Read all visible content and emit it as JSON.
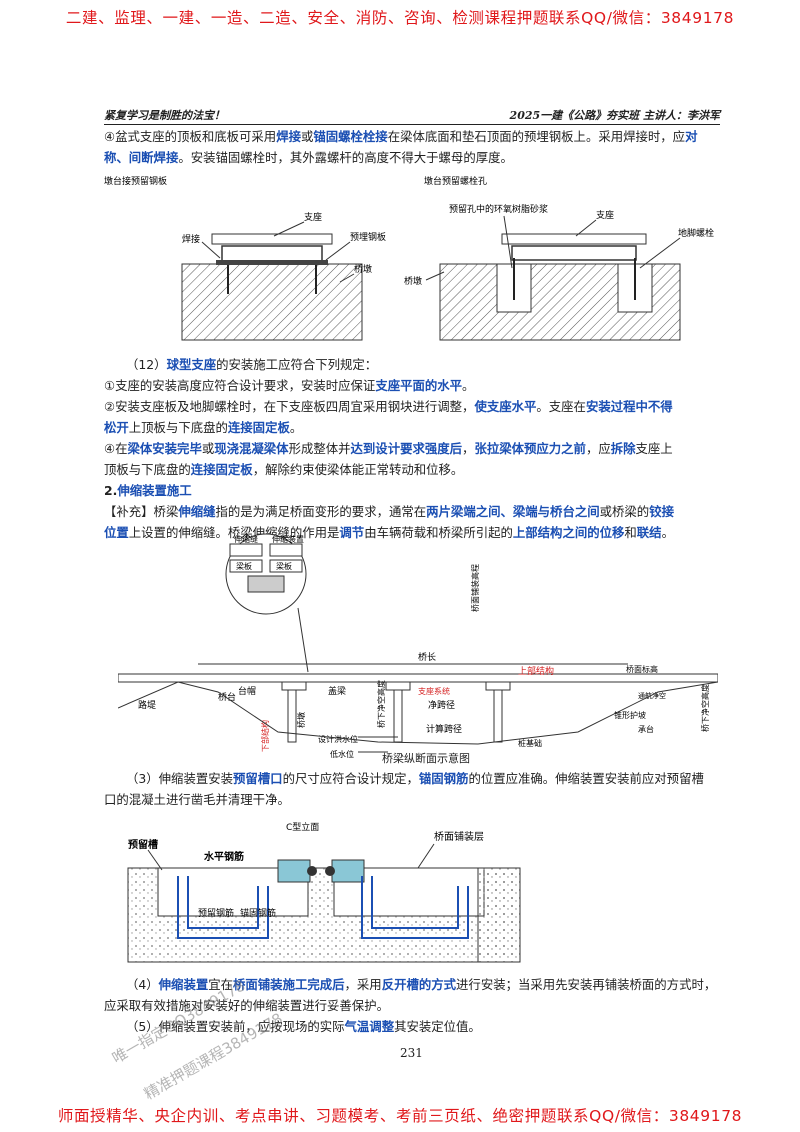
{
  "banners": {
    "top": "二建、监理、一建、一造、二造、安全、消防、咨询、检测课程押题联系QQ/微信：3849178",
    "bottom": "师面授精华、央企内训、考点串讲、习题模考、考前三页纸、绝密押题联系QQ/微信：3849178"
  },
  "header": {
    "left": "紧复学习是制胜的法宝！",
    "right": "2025一建《公路》夯实班 主讲人：李洪军"
  },
  "section_4_bearing": {
    "p1": "④盆式支座的顶板和底板可采用",
    "k1": "焊接",
    "p2": "或",
    "k2": "锚固螺栓栓接",
    "p3": "在梁体底面和垫石顶面的预埋钢板上。采用焊接时，应",
    "k3": "对称、间断焊接",
    "p4": "。安装锚固螺栓时，其外露螺杆的高度不得大于螺母的厚度。"
  },
  "fig1": {
    "left_title": "墩台接预留钢板",
    "left_labels": [
      "支座",
      "焊接",
      "预埋钢板",
      "桥墩"
    ],
    "right_title": "墩台预留螺栓孔",
    "right_labels": [
      "预留孔中的环氧树脂砂浆",
      "支座",
      "地脚螺栓",
      "桥墩"
    ]
  },
  "section_12": {
    "line1_a": "（12）",
    "line1_k": "球型支座",
    "line1_b": "的安装施工应符合下列规定：",
    "line2_a": "①支座的安装高度应符合设计要求，安装时应保证",
    "line2_k": "支座平面的水平",
    "line2_b": "。",
    "line3_a": "②安装支座板及地脚螺栓时，在下支座板四周宜采用钢块进行调整，",
    "line3_k": "使支座水平",
    "line3_b": "。支座在",
    "line3_k2": "安装过程中不得",
    "line4_k": "松开",
    "line4_a": "上顶板与下底盘的",
    "line4_k2": "连接固定板",
    "line4_b": "。",
    "line5_a": "④在",
    "line5_k": "梁体安装完毕",
    "line5_b": "或",
    "line5_k2": "现浇混凝梁体",
    "line5_c": "形成整体并",
    "line5_k3": "达到设计要求强度后",
    "line5_d": "，",
    "line5_k4": "张拉梁体预应力之前",
    "line5_e": "，应",
    "line5_k5": "拆除",
    "line5_f": "支座上",
    "line6_a": "顶板与下底盘的",
    "line6_k": "连接固定板",
    "line6_b": "，解除约束使梁体能正常转动和位移。"
  },
  "section_2": {
    "title_a": "2.",
    "title_k": "伸缩装置施工",
    "sup_a": "【补充】桥梁",
    "sup_k1": "伸缩缝",
    "sup_b": "指的是为满足桥面变形的要求，通常在",
    "sup_k2": "两片梁端之间、梁端与桥台之间",
    "sup_c": "或桥梁的",
    "sup_k3": "铰接",
    "sup_k4": "位置",
    "sup_d": "上设置的伸缩缝。桥梁伸缩缝的作用是",
    "sup_k5": "调节",
    "sup_e": "由车辆荷载和桥梁所引起的",
    "sup_k6": "上部结构之间的位移",
    "sup_f": "和",
    "sup_k7": "联结",
    "sup_g": "。"
  },
  "fig2": {
    "caption": "桥梁纵断面示意图",
    "labels": {
      "gap_left": "伸缩缝",
      "gap_right": "伸缩装置",
      "beam_l": "梁板",
      "beam_r": "梁板",
      "bridge_len": "桥长",
      "deck_elev": "桥面标高",
      "deck_top": "桥面铺装高程",
      "superstructure": "上部结构",
      "abutment": "桥台",
      "cap": "盖梁",
      "deck_pave": "台帽",
      "slope": "路堤",
      "clear_h": "桥下净空高度",
      "bearing": "支座系统",
      "span": "净跨径",
      "calc_span": "计算跨径",
      "flood": "设计洪水位",
      "low": "低水位",
      "pile": "桩基础",
      "cap2": "承台",
      "cone": "锥形护坡",
      "nav": "通航净空",
      "height": "桥下净空高度",
      "left_dim": "下部结构",
      "pier": "桥墩"
    }
  },
  "section_3": {
    "a": "（3）伸缩装置安装",
    "k1": "预留槽口",
    "b": "的尺寸应符合设计规定，",
    "k2": "锚固钢筋",
    "c": "的位置应准确。伸缩装置安装前应对预留槽",
    "line2": "口的混凝土进行凿毛并清理干净。"
  },
  "fig3": {
    "title": "C型立面",
    "labels": [
      "预留槽",
      "水平钢筋",
      "桥面铺装层",
      "预留钢筋",
      "锚固钢筋"
    ]
  },
  "section_4_exp": {
    "a": "（4）",
    "k1": "伸缩装置",
    "b": "宜在",
    "k2": "桥面铺装施工完成后",
    "c": "，采用",
    "k3": "反开槽的方式",
    "d": "进行安装；当采用先安装再铺装桥面的方式时，",
    "line2": "应采取有效措施对安装好的伸缩装置进行妥善保护。"
  },
  "section_5": {
    "a": "（5）伸缩装置安装前，应按现场的实际",
    "k": "气温调整",
    "b": "其安装定位值。"
  },
  "page_number": "231",
  "watermarks": [
    "唯一指定QQ3849178",
    "精准押题课程3849178"
  ]
}
